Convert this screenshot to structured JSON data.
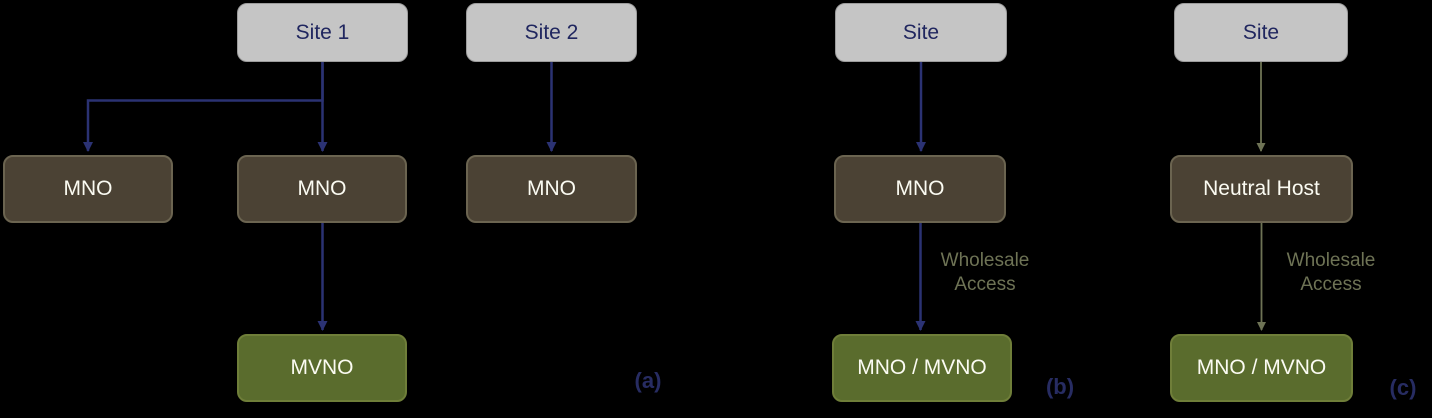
{
  "canvas": {
    "background": "#000000"
  },
  "colors": {
    "canvas_bg": "#000000",
    "site_fill": "#C5C5C5",
    "site_border": "#9C9C9C",
    "site_text": "#20265F",
    "mno_fill": "#4B4234",
    "mno_border": "#6B6450",
    "green_fill": "#5A6C2D",
    "green_border": "#6F7E39",
    "box_text_light": "#FBFBF2",
    "navy_arrow": "#2B3273",
    "olive_arrow": "#6E7355",
    "caption_text": "#272C62"
  },
  "panels": {
    "a": {
      "caption": "(a)",
      "site1": "Site 1",
      "site2": "Site 2",
      "mno_left": "MNO",
      "mno_mid": "MNO",
      "mno_site2": "MNO",
      "mvno": "MVNO"
    },
    "b": {
      "caption": "(b)",
      "site": "Site",
      "mno": "MNO",
      "wholesale_line1": "Wholesale",
      "wholesale_line2": "Access",
      "mno_mvno": "MNO / MVNO"
    },
    "c": {
      "caption": "(c)",
      "site": "Site",
      "neutral_host": "Neutral Host",
      "wholesale_line1": "Wholesale",
      "wholesale_line2": "Access",
      "mno_mvno": "MNO / MVNO"
    }
  }
}
